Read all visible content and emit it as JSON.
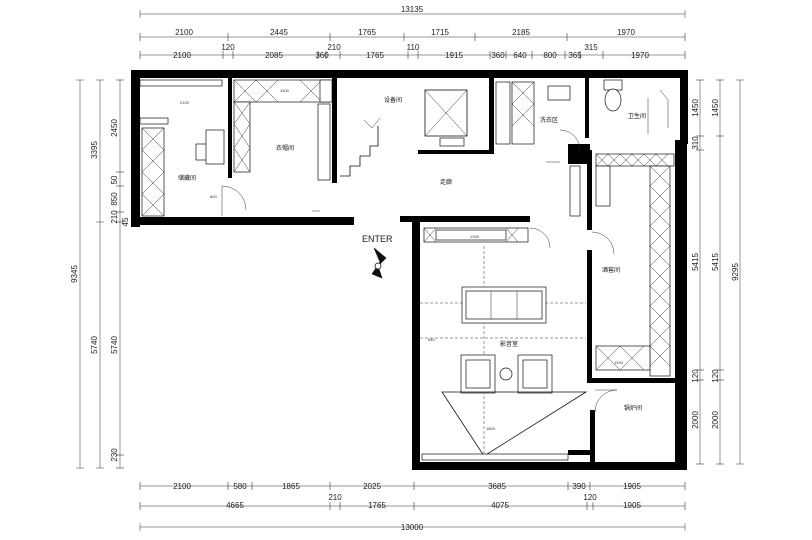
{
  "top_dims": {
    "total": "13135",
    "row1": [
      "2100",
      "2445",
      "1765",
      "1715",
      "2185",
      "1970"
    ],
    "row2": [
      "2100",
      "120",
      "2085",
      "360",
      "210",
      "1765",
      "110",
      "1915",
      "360",
      "640",
      "800",
      "365",
      "315",
      "1970"
    ]
  },
  "bottom_dims": {
    "total": "13000",
    "row1": [
      "2100",
      "580",
      "1865",
      "2025",
      "3685",
      "390",
      "1905"
    ],
    "row2": [
      "4665",
      "210",
      "1765",
      "4075",
      "120",
      "1905"
    ]
  },
  "left_dims": {
    "outer": [
      "3395",
      "9345",
      "5740"
    ],
    "inner": [
      "2450",
      "50",
      "850",
      "210",
      "45",
      "5740",
      "230"
    ]
  },
  "right_dims": {
    "outer": [
      "1450",
      "310",
      "5415",
      "120",
      "2000",
      "9295"
    ],
    "inner": [
      "1450",
      "5415",
      "120",
      "2000"
    ]
  },
  "rooms": {
    "storage": "储藏间",
    "closet": "衣帽间",
    "equipment": "设备间",
    "corridor": "走廊",
    "wash": "洗衣区",
    "toilet": "卫生间",
    "wine": "酒窖间",
    "theater": "影音室",
    "boiler": "锅炉间"
  },
  "entrance": "ENTER",
  "annotations": {
    "a": "2100",
    "b": "1400",
    "c": "600",
    "d": "1200",
    "e": "2100",
    "f": "600",
    "g": "1200",
    "h": "1400",
    "i": "640",
    "j": "350",
    "k": "1800",
    "l": "1000"
  }
}
